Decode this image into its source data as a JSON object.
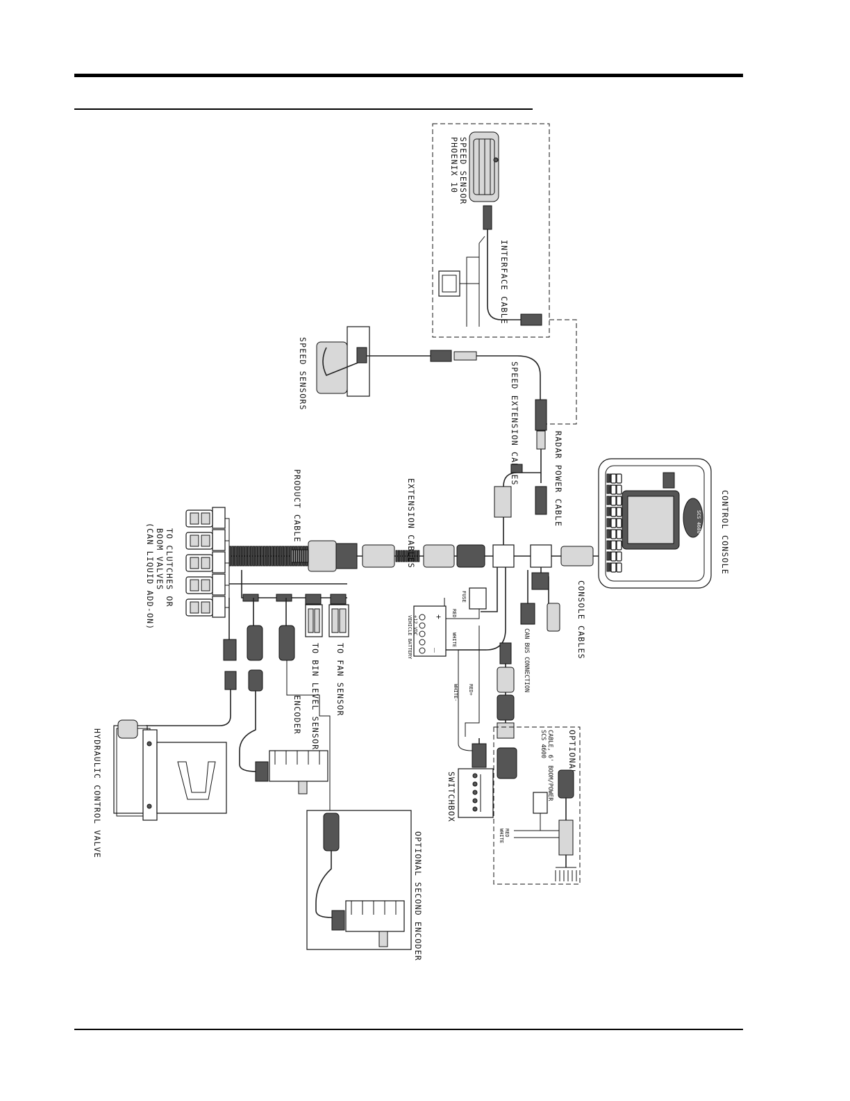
{
  "labels": {
    "phoenix": [
      "PHOENIX 10",
      "SPEED SENSOR"
    ],
    "interface_cable": "INTERFACE CABLE",
    "speed_sensors": "SPEED SENSORS",
    "speed_extension_cables": "SPEED EXTENSION CABLES",
    "radar_power_cable": "RADAR POWER CABLE",
    "control_console": "CONTROL CONSOLE",
    "console_cables": "CONSOLE CABLES",
    "can_bus_connection": "CAN BUS CONNECTION",
    "product_cable": "PRODUCT CABLE",
    "extension_cables": "EXTENSION CABLES",
    "clutches": [
      "TO CLUTCHES OR",
      "BOOM VALVES",
      "(CAN LIQUID ADD-ON)"
    ],
    "fan_sensor": "TO FAN SENSOR",
    "bin_level_sensor": "TO BIN LEVEL SENSOR",
    "encoder": "ENCODER",
    "hydraulic_valve": "HYDRAULIC CONTROL VALVE",
    "optional_second_encoder": "OPTIONAL SECOND ENCODER",
    "switchbox": "SWITCHBOX",
    "optional": [
      "OPTIONAL",
      "CABLE, 6' BOOM/POWER",
      "SCS 4600"
    ],
    "fuse": "FUSE",
    "red": "RED",
    "white": "WHITE",
    "red_plus": "RED+",
    "white_minus": "WHITE-",
    "vehicle_battery": [
      "VEHICLE BATTERY",
      "+12 VDC"
    ],
    "battery_plus": "+",
    "battery_minus": "_",
    "console_brand": "SCS 4600",
    "red2": "RED",
    "white2": "WHITE"
  }
}
